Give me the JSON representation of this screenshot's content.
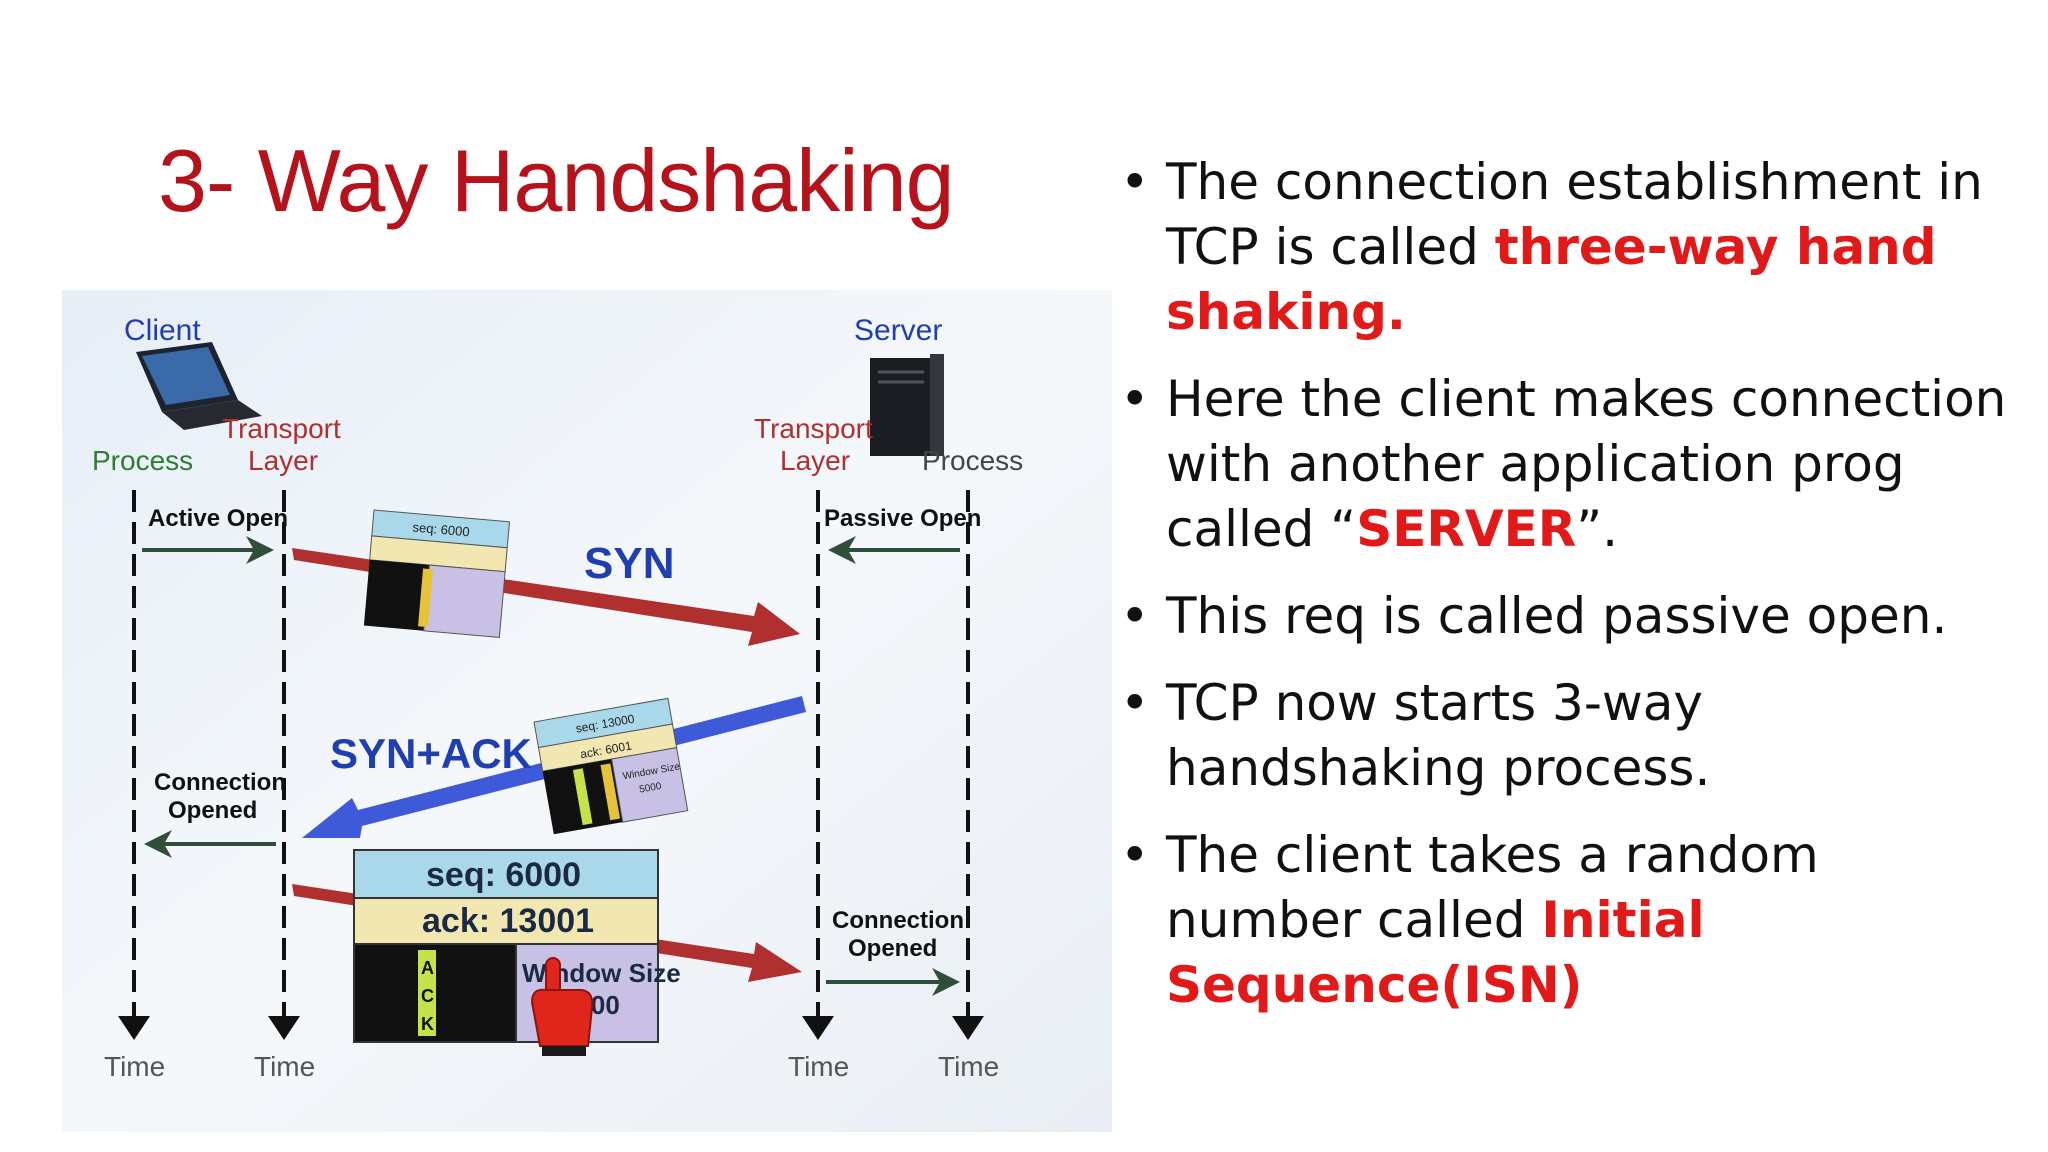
{
  "slide": {
    "title": "3- Way Handshaking"
  },
  "diagram": {
    "client_label": "Client",
    "server_label": "Server",
    "process_left": "Process",
    "transport_left_1": "Transport",
    "transport_left_2": "Layer",
    "transport_right_1": "Transport",
    "transport_right_2": "Layer",
    "process_right": "Process",
    "active_open": "Active Open",
    "passive_open": "Passive Open",
    "syn": "SYN",
    "syn_ack": "SYN+ACK",
    "conn_opened_left_1": "Connection",
    "conn_opened_left_2": "Opened",
    "conn_opened_right_1": "Connection",
    "conn_opened_right_2": "Opened",
    "time_1": "Time",
    "time_2": "Time",
    "time_3": "Time",
    "time_4": "Time",
    "seg1_seq": "seq: 6000",
    "seg2_seq": "seq: 13000",
    "seg2_ack": "ack: 6001",
    "seg2_window_1": "Window Size",
    "seg2_window_2": "5000",
    "seg3_seq": "seq: 6000",
    "seg3_ack": "ack: 13001",
    "seg3_window_1": "Window Size",
    "seg3_window_2": "5000",
    "flag_ack": [
      "A",
      "C",
      "K"
    ],
    "colors": {
      "syn_arrow": "#b03030",
      "synack_arrow": "#3f5ad8",
      "label_blue": "#1f3fb0",
      "seq_band": "#a9d8ea",
      "ack_band": "#f2e7b0",
      "window_box": "#c9c0e6",
      "ack_flag": "#c6e24a"
    }
  },
  "bullets": [
    {
      "parts": [
        {
          "t": "The connection establishment in TCP  is called "
        },
        {
          "t": "three-way hand shaking.",
          "hl": true
        }
      ]
    },
    {
      "parts": [
        {
          "t": "Here the client makes connection with another application prog called “"
        },
        {
          "t": "SERVER",
          "hl": true
        },
        {
          "t": "”."
        }
      ]
    },
    {
      "parts": [
        {
          "t": "This req is called passive open."
        }
      ]
    },
    {
      "parts": [
        {
          "t": "TCP now starts 3-way handshaking process."
        }
      ]
    },
    {
      "parts": [
        {
          "t": "The client takes a random number called "
        },
        {
          "t": "Initial Sequence(ISN)",
          "hl": true
        }
      ]
    }
  ]
}
